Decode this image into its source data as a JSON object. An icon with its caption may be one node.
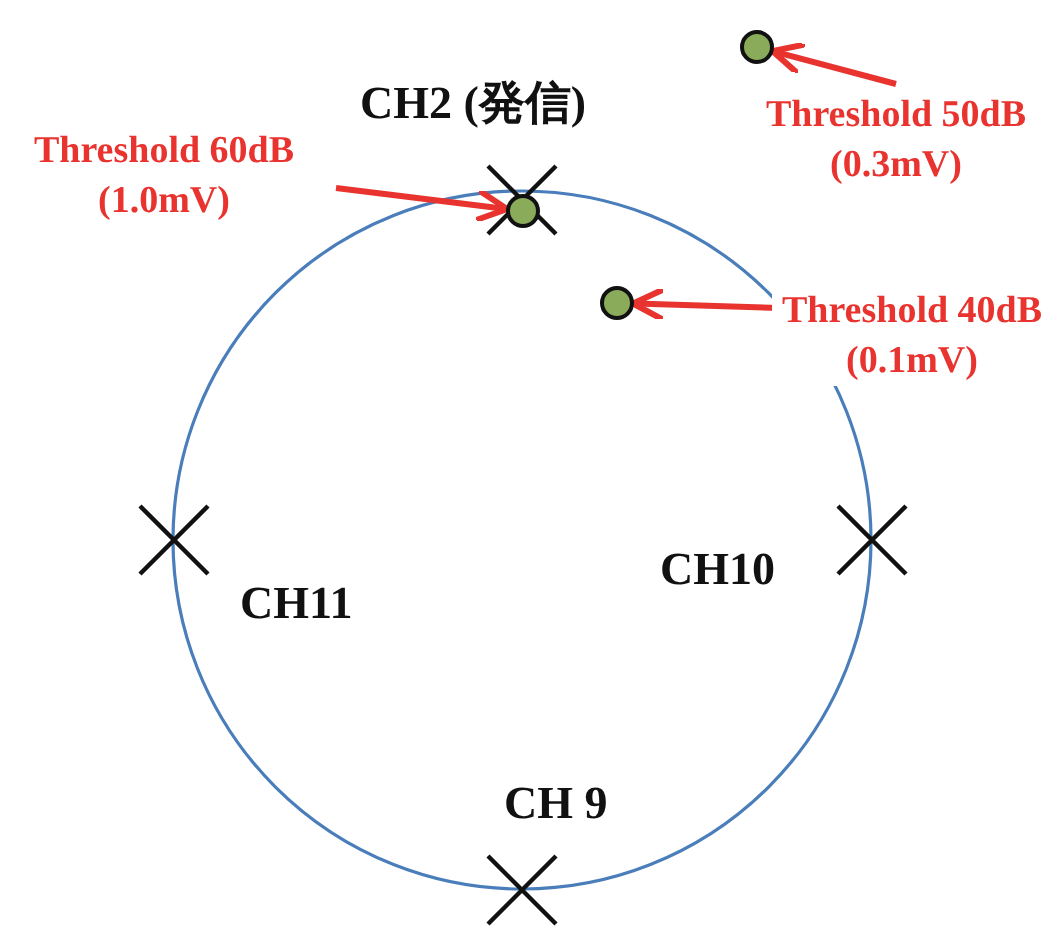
{
  "diagram": {
    "nodes": [
      {
        "text": [],
        "shape": "circle"
      },
      {
        "text": [
          "Threshold 50dB (0.3mV)"
        ]
      },
      {
        "text": [
          "Threshold 60dB (1.0mV)"
        ]
      },
      {
        "text": [],
        "shape": "circle"
      },
      {
        "text": [],
        "shape": "circle"
      },
      {
        "text": [
          "Threshold 40dB (0.1mV)"
        ]
      }
    ],
    "edges": [
      {
        "from": 1,
        "to": 0,
        "arrow": "to"
      },
      {
        "from": 2,
        "to": 3,
        "arrow": "to"
      },
      {
        "from": 5,
        "to": 4,
        "arrow": "to"
      }
    ],
    "labels": [
      "CH2 (発信)",
      "CH11",
      "CH10",
      "CH 9"
    ]
  }
}
